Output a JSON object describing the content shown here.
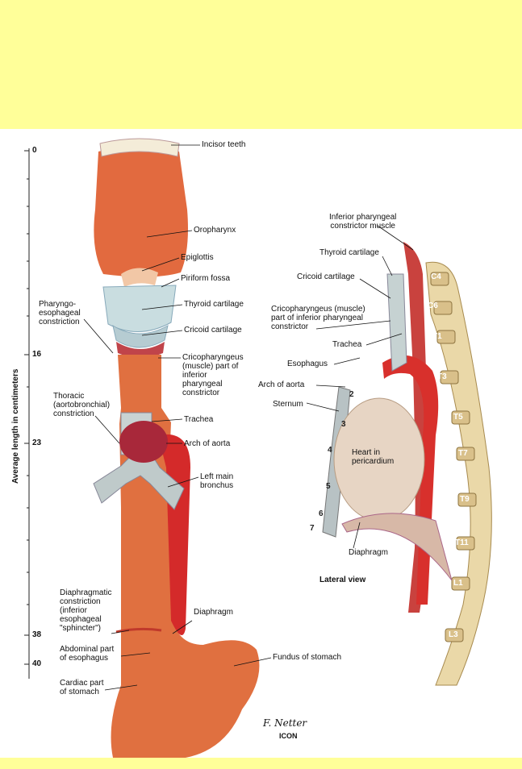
{
  "axis": {
    "label": "Average length in centimeters",
    "ticks": [
      "0",
      "16",
      "23",
      "38",
      "40"
    ]
  },
  "front_view": {
    "labels": {
      "incisor_teeth": "Incisor teeth",
      "oropharynx": "Oropharynx",
      "epiglottis": "Epiglottis",
      "piriform_fossa": "Piriform fossa",
      "thyroid_cartilage": "Thyroid cartilage",
      "cricoid_cartilage": "Cricoid cartilage",
      "pharyngo_constriction": "Pharyngo-\nesophageal\nconstriction",
      "cricopharyngeus": "Cricopharyngeus\n(muscle) part of\ninferior\npharyngeal\nconstrictor",
      "thoracic_constriction": "Thoracic\n(aortobronchial)\nconstriction",
      "trachea": "Trachea",
      "arch_of_aorta": "Arch of aorta",
      "left_main_bronchus": "Left main\nbronchus",
      "diaphragmatic_constriction": "Diaphragmatic\nconstriction\n(inferior\nesophageal\n\"sphincter\")",
      "diaphragm": "Diaphragm",
      "abdominal_part": "Abdominal part\nof esophagus",
      "fundus": "Fundus of stomach",
      "cardiac_part": "Cardiac part\nof stomach"
    }
  },
  "lateral_view": {
    "title": "Lateral view",
    "labels": {
      "inferior_pharyngeal": "Inferior pharyngeal\nconstrictor muscle",
      "thyroid_cartilage": "Thyroid cartilage",
      "cricoid_cartilage": "Cricoid cartilage",
      "cricopharyngeus": "Cricopharyngeus (muscle)\npart of inferior pharyngeal\nconstrictor",
      "trachea": "Trachea",
      "esophagus": "Esophagus",
      "arch_of_aorta": "Arch of aorta",
      "sternum": "Sternum",
      "heart": "Heart in\npericardium",
      "diaphragm": "Diaphragm"
    },
    "vertebrae": [
      "C4",
      "C6",
      "T1",
      "T3",
      "T5",
      "T7",
      "T9",
      "T11",
      "L1",
      "L3"
    ],
    "ribs": [
      "2",
      "3",
      "4",
      "5",
      "6",
      "7"
    ]
  },
  "signature": "F. Netter",
  "publisher": "ICON"
}
